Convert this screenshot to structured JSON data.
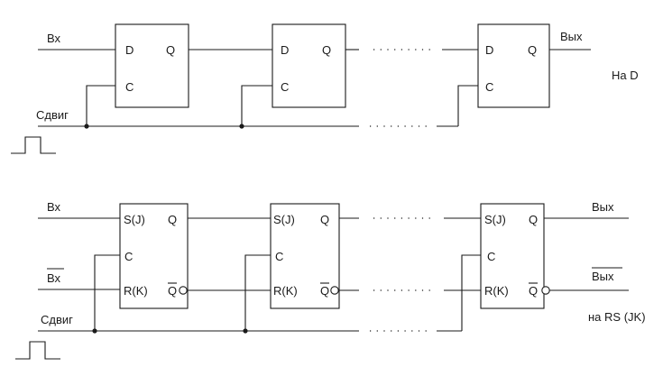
{
  "d_register": {
    "input_label": "Вх",
    "output_label": "Вых",
    "shift_label": "Сдвиг",
    "caption": "На  D",
    "pins": {
      "d": "D",
      "c": "C",
      "q": "Q"
    }
  },
  "rs_register": {
    "input_label": "Вх",
    "input_inv_label": "Вх",
    "output_label": "Вых",
    "output_inv_label": "Вых",
    "shift_label": "Сдвиг",
    "caption": "на RS (JK)",
    "pins": {
      "s": "S(J)",
      "c": "C",
      "r": "R(K)",
      "q": "Q",
      "q_inv": "Q"
    }
  }
}
